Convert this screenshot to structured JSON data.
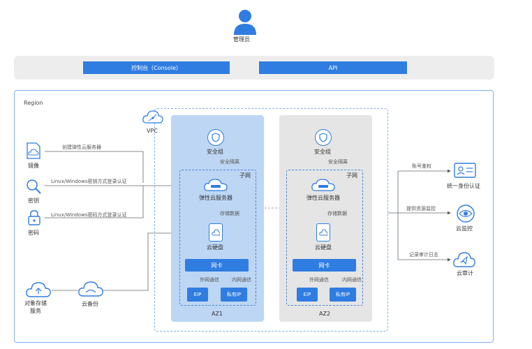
{
  "colors": {
    "primary": "#2f7de1",
    "az1_fill": "#bdd6f4",
    "az2_fill": "#e5e5e5",
    "region_border": "#7fb2ea"
  },
  "top": {
    "admin_label": "管理员",
    "admin_icon": "user-icon",
    "console_label": "控制台（Console）",
    "api_label": "API"
  },
  "region": {
    "label": "Region",
    "vpc_label": "VPC",
    "vpc_icon": "vpc-cloud-icon"
  },
  "az1": {
    "name": "AZ1",
    "security_group": "安全组",
    "isolation": "安全隔离",
    "subnet": "子网",
    "ecs": "弹性云服务器",
    "storage_data": "存储数据",
    "evs": "云硬盘",
    "nic": "网卡",
    "external_comm": "外网通信",
    "internal_comm": "内网通信",
    "eip": "EIP",
    "private_ip": "私有IP"
  },
  "az2": {
    "name": "AZ2",
    "security_group": "安全组",
    "isolation": "安全隔离",
    "subnet": "子网",
    "ecs": "弹性云服务器",
    "storage_data": "存储数据",
    "evs": "云硬盘",
    "nic": "网卡",
    "external_comm": "外网通信",
    "internal_comm": "内网通信",
    "eip": "EIP",
    "private_ip": "私有IP"
  },
  "left": {
    "image_label": "镜像",
    "image_icon": "image-file-icon",
    "create_ecs": "创建弹性云服务器",
    "key_label": "密钥",
    "key_icon": "key-search-icon",
    "key_login": "Linux/Windows密钥方式登录认证",
    "password_label": "密码",
    "password_icon": "lock-icon",
    "password_login": "Linux/Windows密码方式登录认证",
    "obs_label_line1": "对象存储",
    "obs_label_line2": "服务",
    "obs_icon": "object-storage-icon",
    "backup_label": "云备份",
    "backup_icon": "cloud-backup-icon"
  },
  "right": {
    "account_auth": "账号鉴权",
    "iam_label": "统一身份认证",
    "iam_icon": "id-card-icon",
    "monitor_provide": "提供资源监控",
    "ces_label": "云监控",
    "ces_icon": "eye-icon",
    "audit_log": "记录审计日志",
    "cts_label": "云审计",
    "cts_icon": "cloud-audit-icon"
  }
}
